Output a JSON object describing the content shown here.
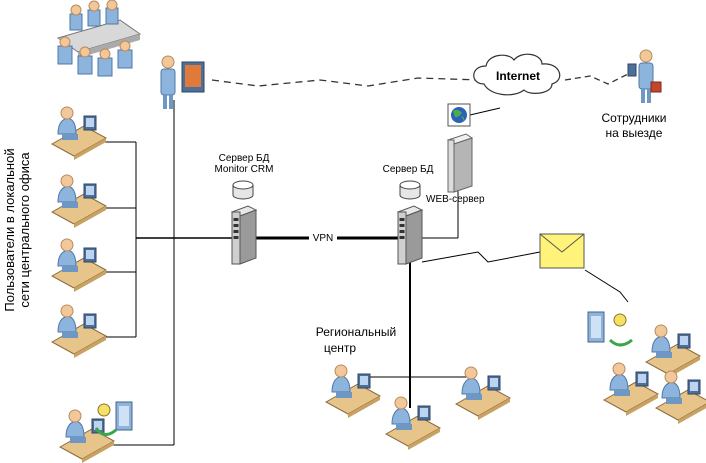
{
  "labels": {
    "left_group_line1": "Пользователи в локальной",
    "left_group_line2": "сети центрального офиса",
    "db_server_crm_line1": "Сервер БД",
    "db_server_crm_line2": "Monitor CRM",
    "db_server": "Сервер БД",
    "web_server": "WEB-сервер",
    "vpn": "VPN",
    "internet": "Internet",
    "mobile_line1": "Сотрудники",
    "mobile_line2": "на выезде",
    "regional_line1": "Региональный",
    "regional_line2": "центр"
  },
  "colors": {
    "line": "#000000",
    "dashed_link": "#333333",
    "person_skin": "#f2c79a",
    "person_body": "#8db4dd",
    "desk": "#e6c48a",
    "monitor": "#4e6f9a",
    "server_body": "#cfcfcf",
    "envelope": "#fff37a",
    "cloud": "#ffffff",
    "globe": "#2b62b8"
  }
}
